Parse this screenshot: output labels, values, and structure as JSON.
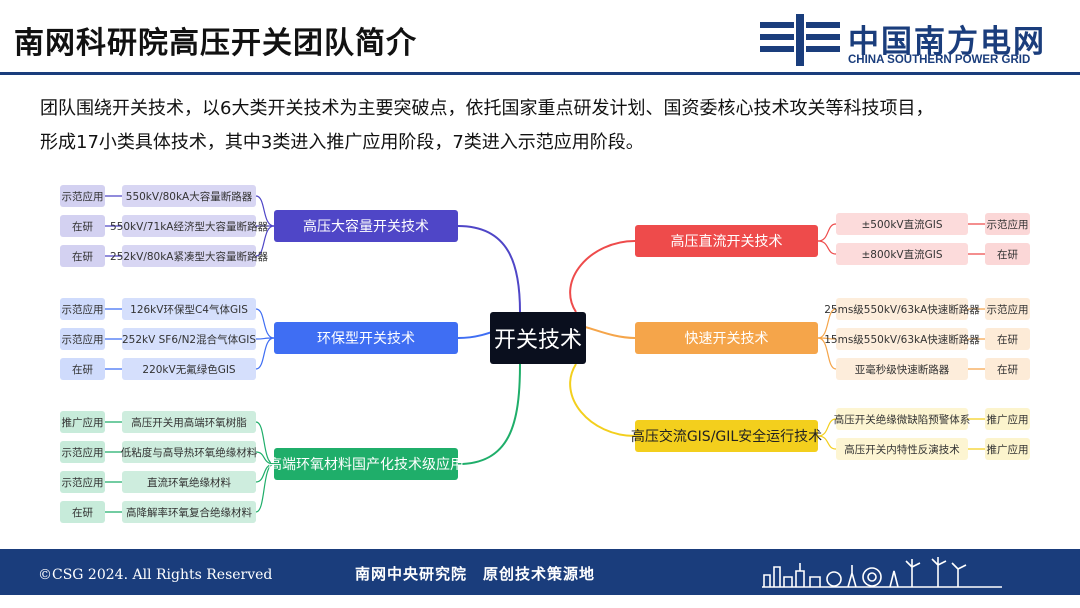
{
  "title": "南网科研院高压开关团队简介",
  "logo": {
    "cn": "中国南方电网",
    "en": "CHINA SOUTHERN POWER GRID"
  },
  "intro": {
    "line1": "团队围绕开关技术，以6大类开关技术为主要突破点，依托国家重点研发计划、国资委核心技术攻关等科技项目，",
    "line2": "形成17小类具体技术，其中3类进入推广应用阶段，7类进入示范应用阶段。"
  },
  "center": "开关技术",
  "left_branches": [
    {
      "label": "高压大容量开关技术",
      "color": "#4f46c7",
      "items": [
        {
          "tag": "示范应用",
          "name": "550kV/80kA大容量断路器"
        },
        {
          "tag": "在研",
          "name": "550kV/71kA经济型大容量断路器"
        },
        {
          "tag": "在研",
          "name": "252kV/80kA紧凑型大容量断路器"
        }
      ]
    },
    {
      "label": "环保型开关技术",
      "color": "#3f6ef3",
      "items": [
        {
          "tag": "示范应用",
          "name": "126kV环保型C4气体GIS"
        },
        {
          "tag": "示范应用",
          "name": "252kV SF6/N2混合气体GIS"
        },
        {
          "tag": "在研",
          "name": "220kV无氟绿色GIS"
        }
      ]
    },
    {
      "label": "高端环氧材料国产化技术级应用",
      "color": "#1fae6a",
      "items": [
        {
          "tag": "推广应用",
          "name": "高压开关用高端环氧树脂"
        },
        {
          "tag": "示范应用",
          "name": "低粘度与高导热环氧绝缘材料"
        },
        {
          "tag": "示范应用",
          "name": "直流环氧绝缘材料"
        },
        {
          "tag": "在研",
          "name": "高降解率环氧复合绝缘材料"
        }
      ]
    }
  ],
  "right_branches": [
    {
      "label": "高压直流开关技术",
      "color": "#ee4b4b",
      "items": [
        {
          "tag": "示范应用",
          "name": "±500kV直流GIS"
        },
        {
          "tag": "在研",
          "name": "±800kV直流GIS"
        }
      ]
    },
    {
      "label": "快速开关技术",
      "color": "#f5a54a",
      "items": [
        {
          "tag": "示范应用",
          "name": "25ms级550kV/63kA快速断路器"
        },
        {
          "tag": "在研",
          "name": "15ms级550kV/63kA快速断路器"
        },
        {
          "tag": "在研",
          "name": "亚毫秒级快速断路器"
        }
      ]
    },
    {
      "label": "高压交流GIS/GIL安全运行技术",
      "color": "#f3cf1d",
      "items": [
        {
          "tag": "推广应用",
          "name": "高压开关绝缘微缺陷预警体系"
        },
        {
          "tag": "推广应用",
          "name": "高压开关内特性反演技术"
        }
      ]
    }
  ],
  "footer": {
    "copyright": "©CSG 2024. All Rights Reserved",
    "slogan": "南网中央研究院　原创技术策源地"
  }
}
